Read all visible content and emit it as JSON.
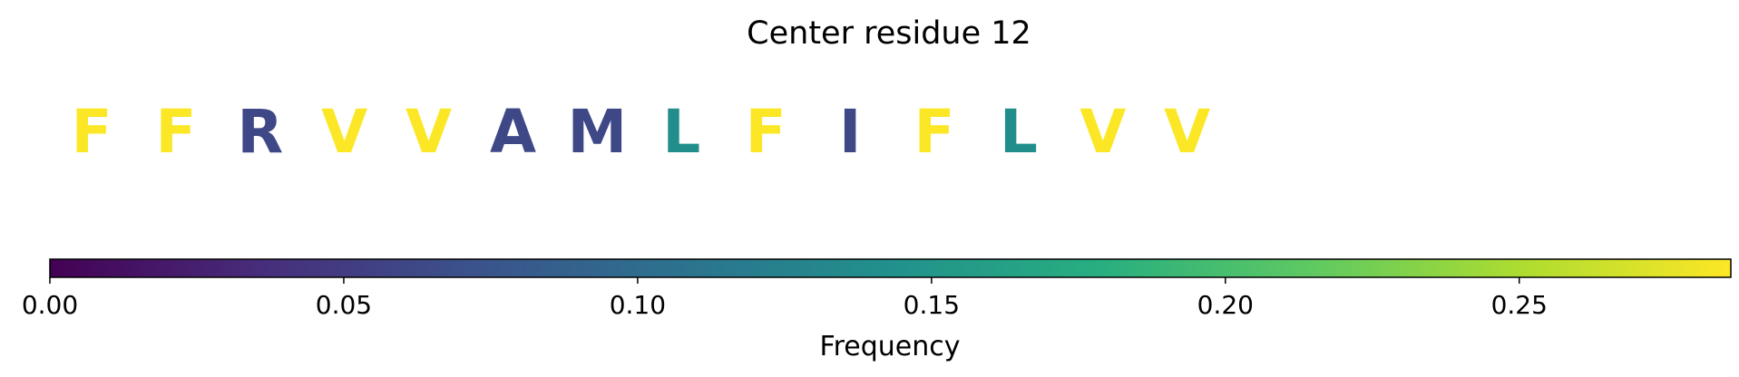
{
  "chart_data": {
    "type": "heatmap",
    "title": "Center residue 12",
    "residues": [
      {
        "letter": "F",
        "frequency": 0.285
      },
      {
        "letter": "F",
        "frequency": 0.285
      },
      {
        "letter": "R",
        "frequency": 0.062
      },
      {
        "letter": "V",
        "frequency": 0.285
      },
      {
        "letter": "V",
        "frequency": 0.285
      },
      {
        "letter": "A",
        "frequency": 0.062
      },
      {
        "letter": "M",
        "frequency": 0.062
      },
      {
        "letter": "L",
        "frequency": 0.14
      },
      {
        "letter": "F",
        "frequency": 0.285
      },
      {
        "letter": "I",
        "frequency": 0.062
      },
      {
        "letter": "F",
        "frequency": 0.285
      },
      {
        "letter": "L",
        "frequency": 0.14
      },
      {
        "letter": "V",
        "frequency": 0.285
      },
      {
        "letter": "V",
        "frequency": 0.285
      }
    ],
    "colorbar": {
      "label": "Frequency",
      "range": [
        0,
        0.286
      ],
      "ticks": [
        0.0,
        0.05,
        0.1,
        0.15,
        0.2,
        0.25
      ],
      "tick_labels": [
        "0.00",
        "0.05",
        "0.10",
        "0.15",
        "0.20",
        "0.25"
      ],
      "colormap": "viridis"
    }
  }
}
